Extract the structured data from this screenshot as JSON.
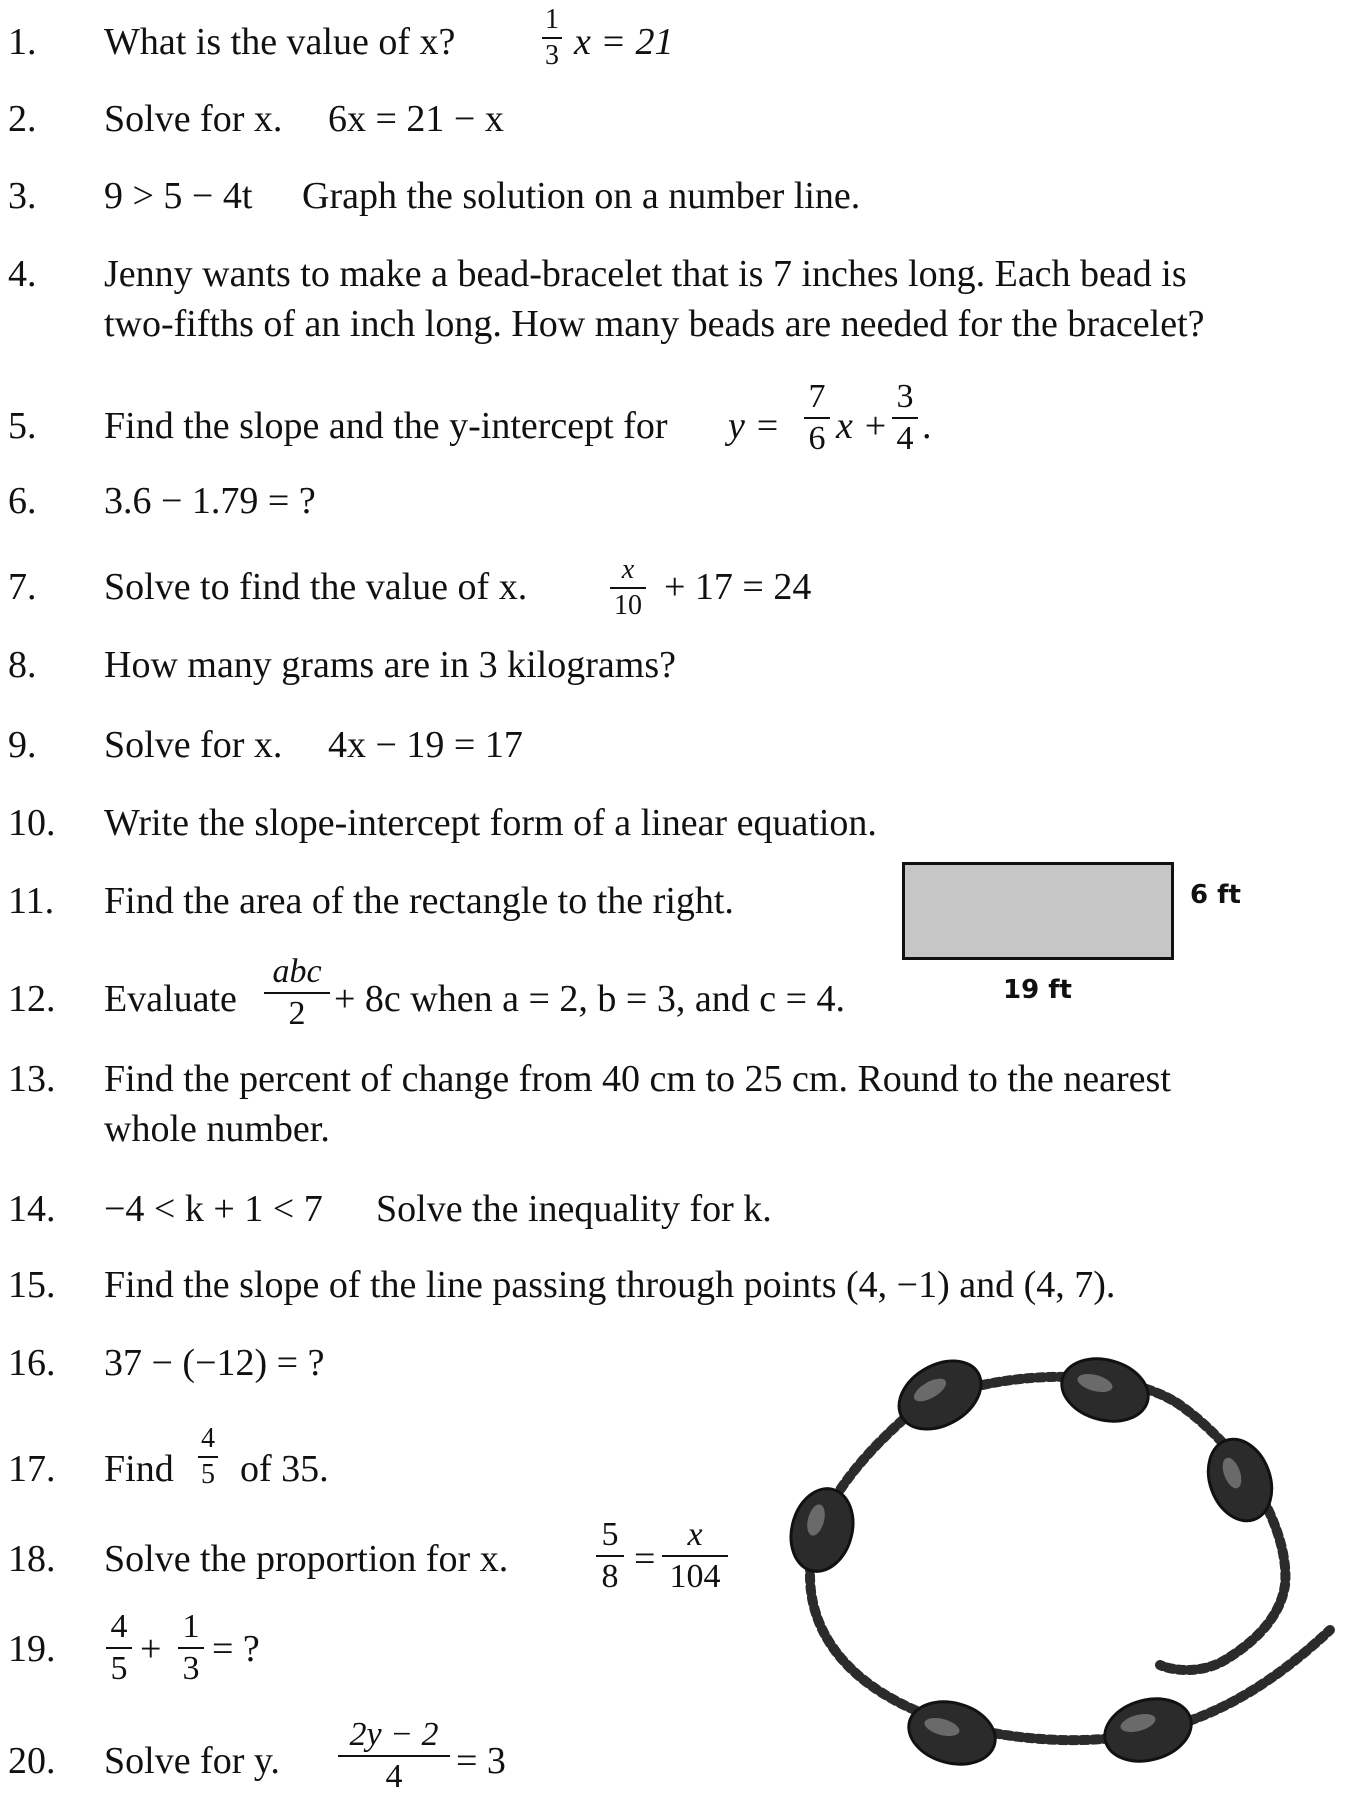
{
  "problems": [
    {
      "n": "1.",
      "text": "What is the value of x?",
      "eq": "x = 21",
      "frac": [
        "1",
        "3"
      ]
    },
    {
      "n": "2.",
      "text": "Solve for x.",
      "eq": "6x = 21 − x"
    },
    {
      "n": "3.",
      "eq": "9 > 5 − 4t",
      "text": "Graph the solution on a number line."
    },
    {
      "n": "4.",
      "line1": "Jenny wants to make a bead-bracelet that is 7 inches long.  Each bead is",
      "line2": "two-fifths of an inch long.  How many beads are needed for the bracelet?"
    },
    {
      "n": "5.",
      "text": "Find the slope and the y-intercept for",
      "eq_prefix": "y =",
      "frac1": [
        "7",
        "6"
      ],
      "mid": "x +",
      "frac2": [
        "3",
        "4"
      ],
      "tail": "."
    },
    {
      "n": "6.",
      "eq": "3.6 − 1.79 = ?"
    },
    {
      "n": "7.",
      "text": "Solve to find the value of x.",
      "frac": [
        "x",
        "10"
      ],
      "eq": "+ 17 = 24"
    },
    {
      "n": "8.",
      "text": "How many grams are in 3 kilograms?"
    },
    {
      "n": "9.",
      "text": "Solve for x.",
      "eq": "4x − 19 = 17"
    },
    {
      "n": "10.",
      "text": "Write the slope-intercept form of a linear equation."
    },
    {
      "n": "11.",
      "text": "Find the area of the rectangle to the right."
    },
    {
      "n": "12.",
      "text": "Evaluate",
      "frac": [
        "abc",
        "2"
      ],
      "eq": "+ 8c  when a = 2, b = 3, and c = 4."
    },
    {
      "n": "13.",
      "line1": "Find the percent of change from 40 cm to 25 cm.  Round to the nearest",
      "line2": "whole number."
    },
    {
      "n": "14.",
      "eq": "−4 < k + 1 < 7",
      "text": "Solve the inequality for k."
    },
    {
      "n": "15.",
      "text": "Find the slope of the line passing through points (4, −1) and (4, 7)."
    },
    {
      "n": "16.",
      "eq": "37 − (−12) = ?"
    },
    {
      "n": "17.",
      "text": "Find",
      "frac": [
        "4",
        "5"
      ],
      "tail": "of 35."
    },
    {
      "n": "18.",
      "text": "Solve the proportion for x.",
      "frac1": [
        "5",
        "8"
      ],
      "mid": "=",
      "frac2": [
        "x",
        "104"
      ]
    },
    {
      "n": "19.",
      "frac1": [
        "4",
        "5"
      ],
      "mid": "+",
      "frac2": [
        "1",
        "3"
      ],
      "tail": "= ?"
    },
    {
      "n": "20.",
      "text": "Solve for y.",
      "frac": [
        "2y − 2",
        "4"
      ],
      "tail": "= 3"
    }
  ],
  "rectangle": {
    "height_label": "6 ft",
    "width_label": "19 ft"
  },
  "colors": {
    "rect_fill": "#c6c6c6",
    "bead": "#2b2b2b"
  }
}
